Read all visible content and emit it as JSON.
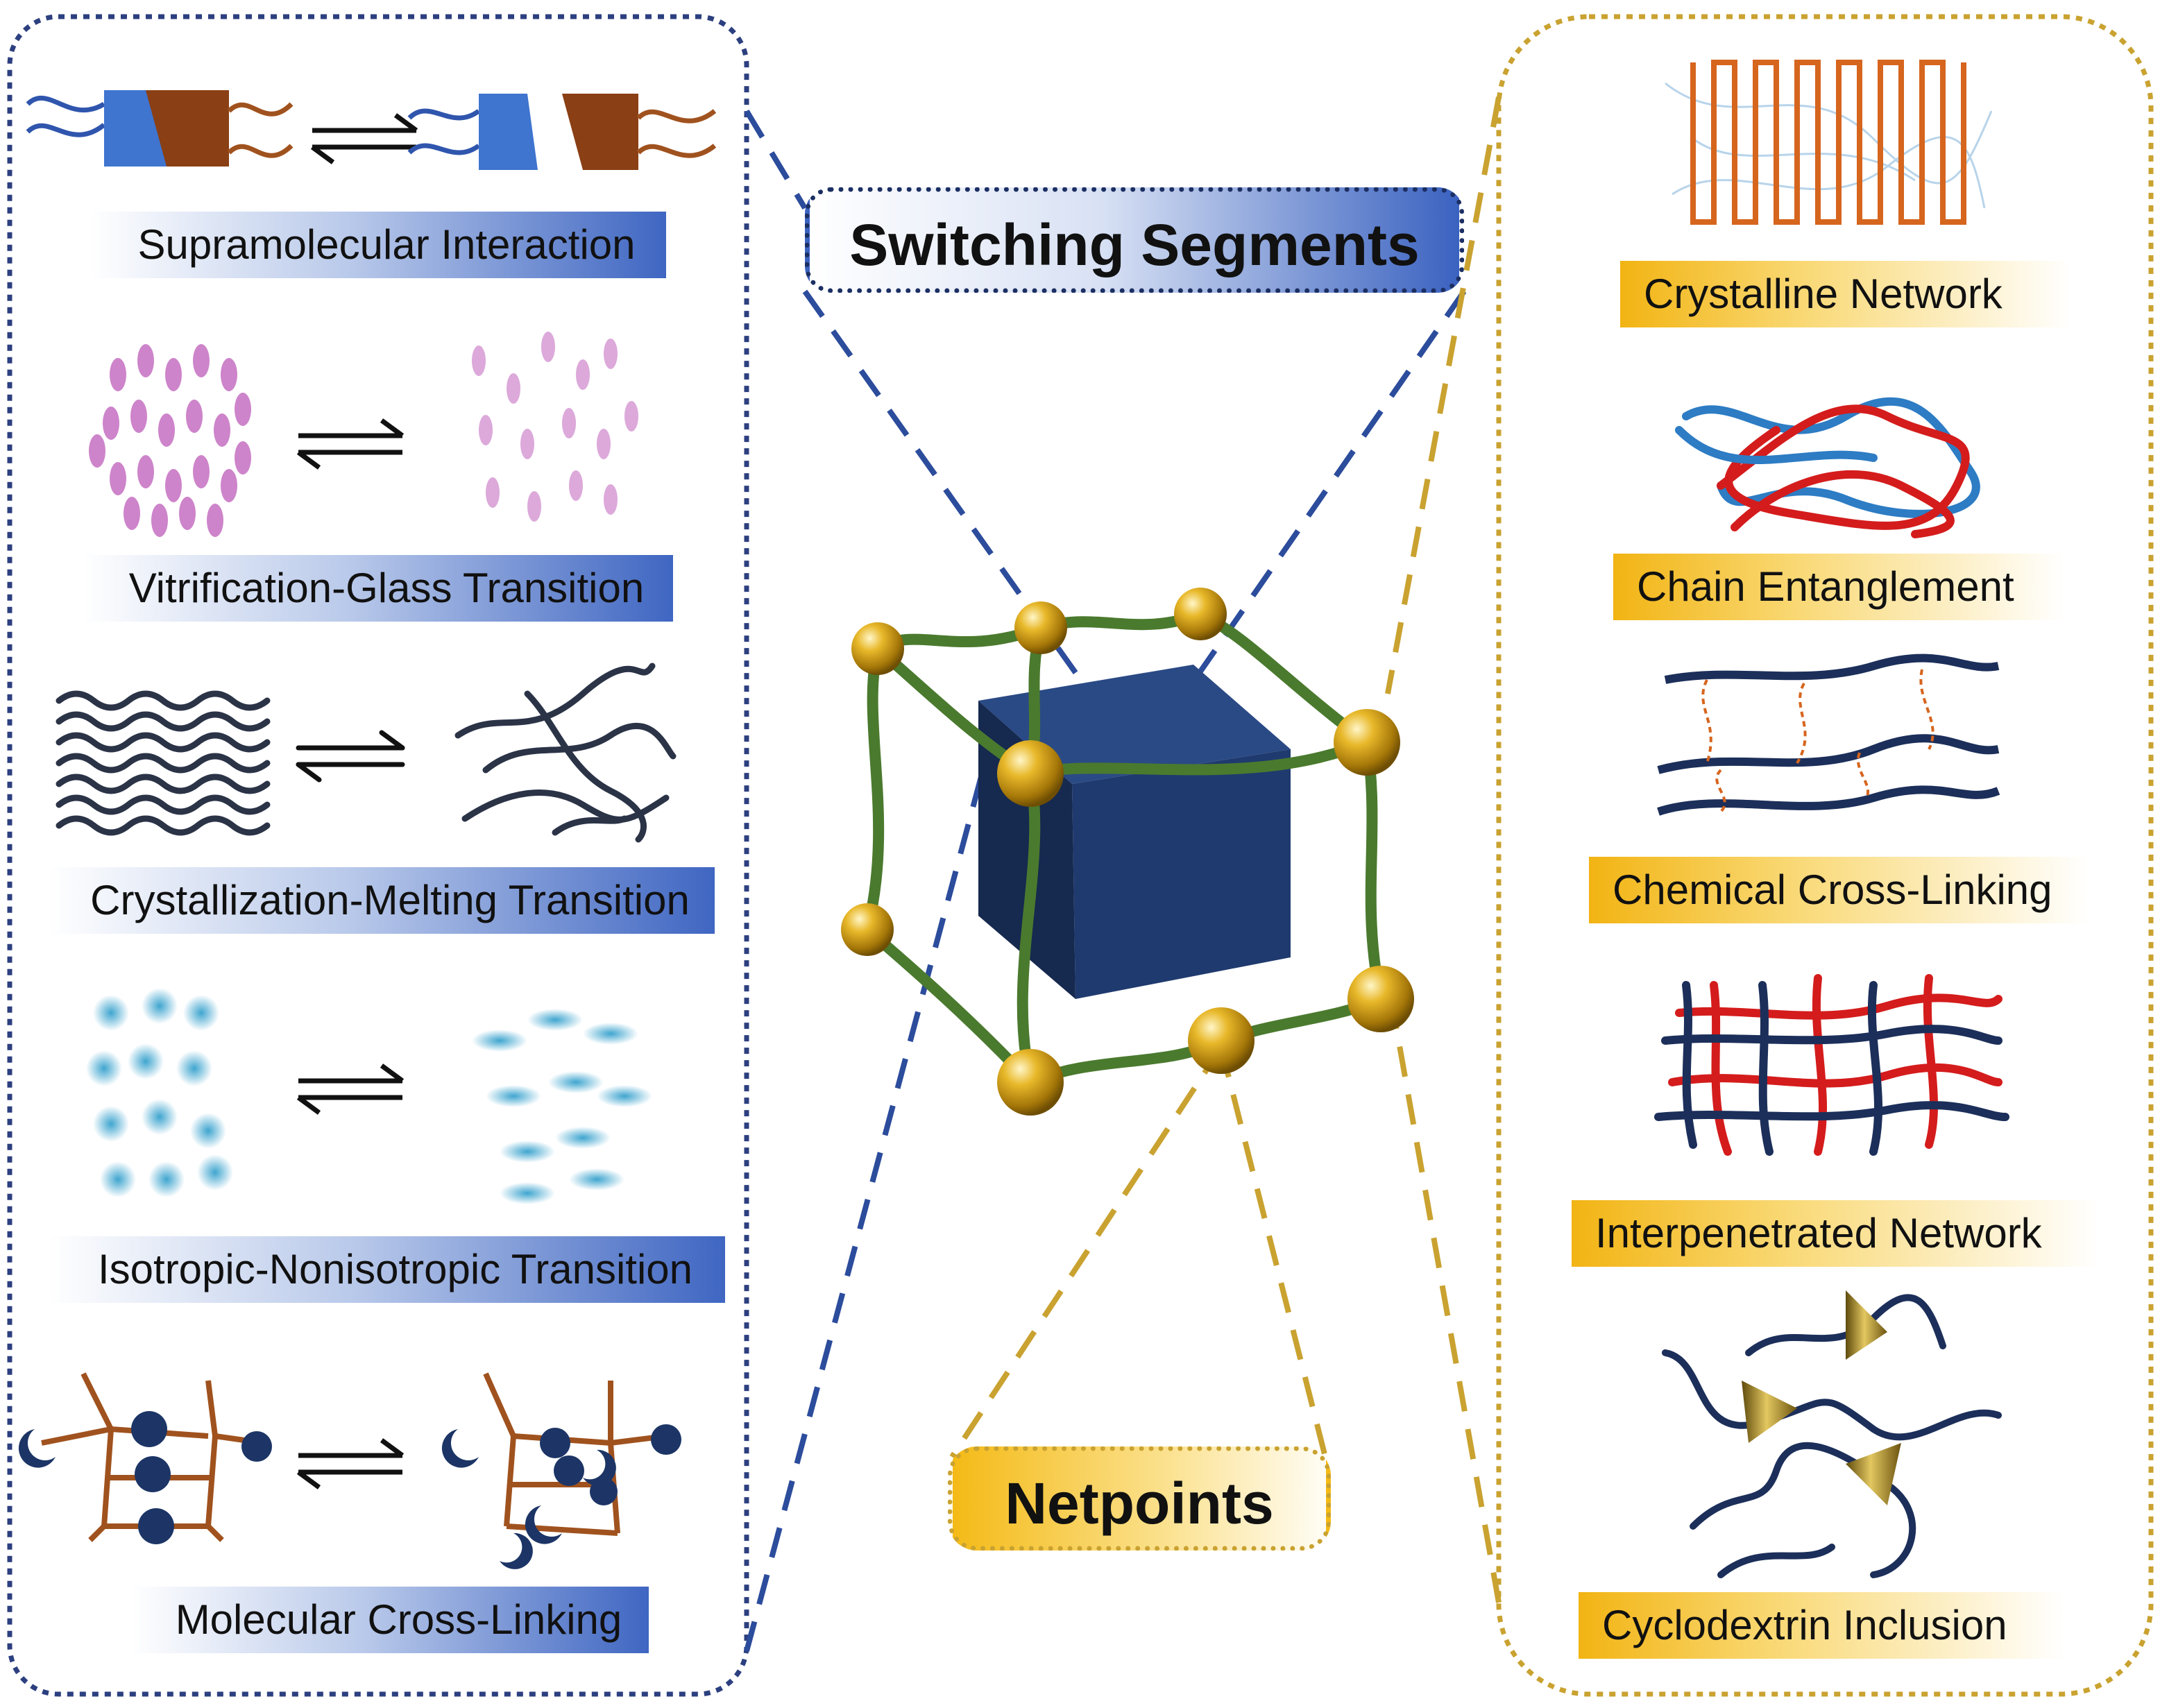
{
  "headers": {
    "switching_segments": "Switching Segments",
    "netpoints": "Netpoints"
  },
  "switching_segment_types": [
    "Supramolecular Interaction",
    "Vitrification-Glass Transition",
    "Crystallization-Melting Transition",
    "Isotropic-Nonisotropic Transition",
    "Molecular Cross-Linking"
  ],
  "netpoint_types": [
    "Crystalline Network",
    "Chain Entanglement",
    "Chemical Cross-Linking",
    "Interpenetrated Network",
    "Cyclodextrin Inclusion"
  ],
  "colors": {
    "switching_accent": "#2f55ad",
    "switching_border": "#2c3f7f",
    "netpoint_accent": "#f2b413",
    "netpoint_border": "#c9a230",
    "cube": "#1f3a6e",
    "netpoint_sphere": "#d4a017",
    "chain_green": "#4a7a2e",
    "red_chain": "#d41c1c",
    "blue_chain": "#2d7cc4",
    "navy_chain": "#1c2f5a",
    "brown": "#a0521e",
    "magenta": "#c46fc1",
    "cyan": "#55b9d8"
  },
  "icons": [
    "equilibrium-arrows-icon",
    "cube-icon",
    "netpoint-sphere-icon"
  ]
}
